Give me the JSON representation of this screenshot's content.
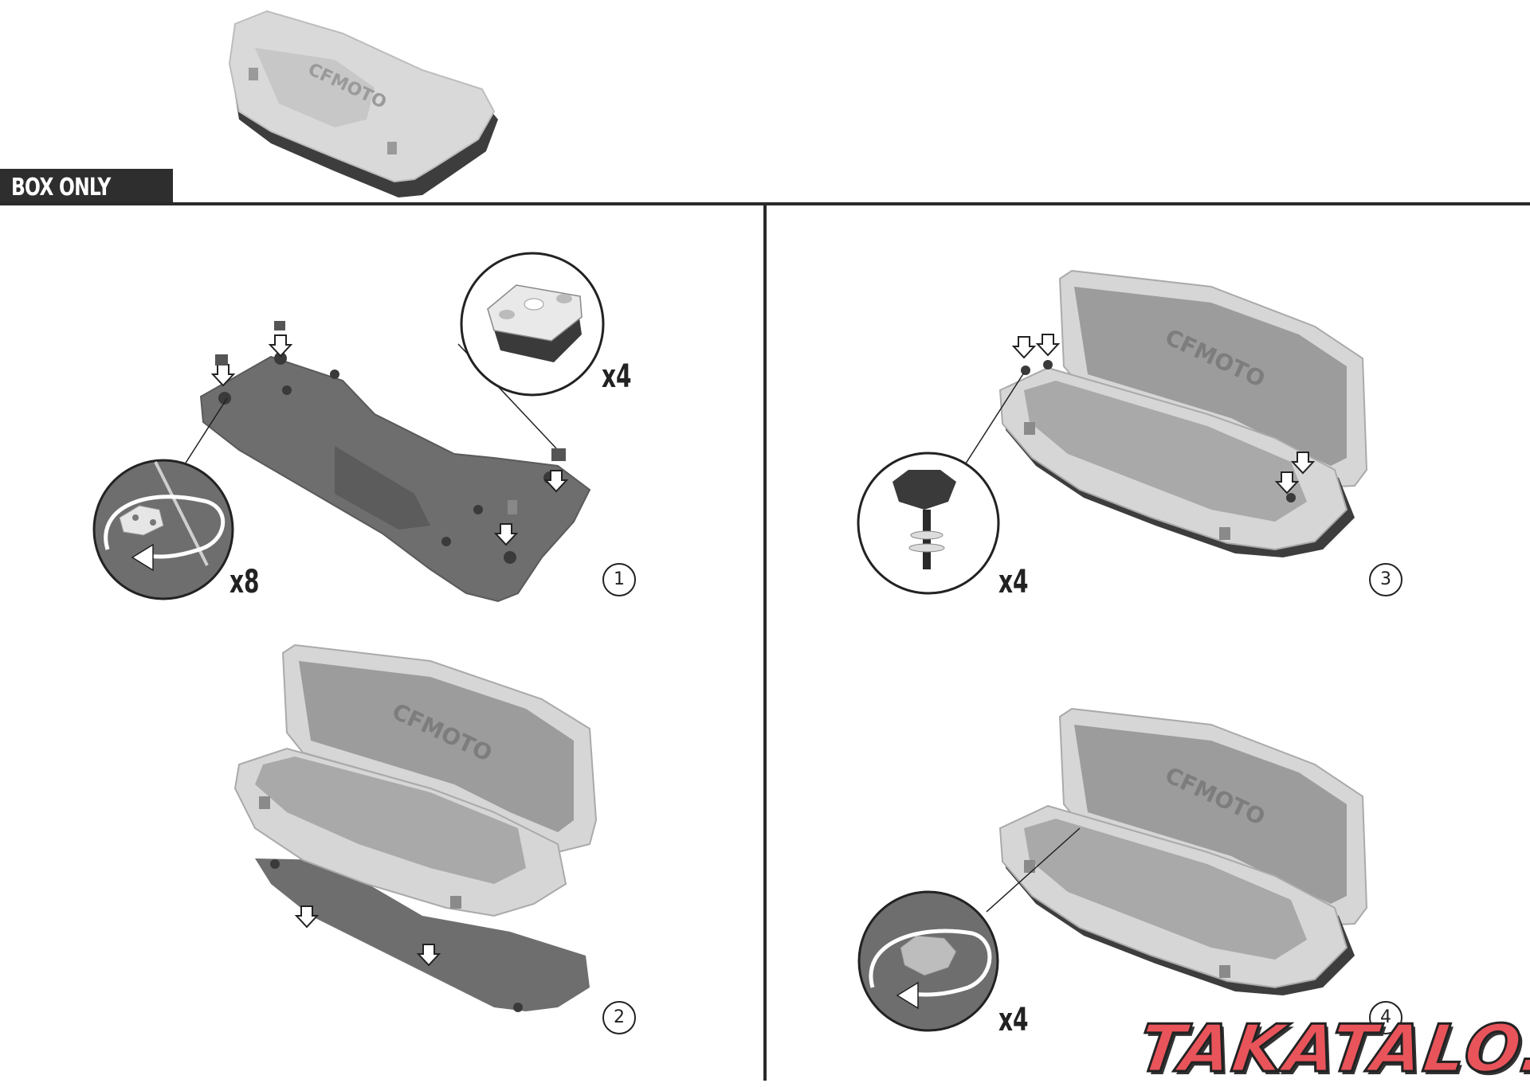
{
  "section_label": "BOX ONLY",
  "steps": [
    {
      "number": "1",
      "callouts": [
        "x4",
        "x8"
      ]
    },
    {
      "number": "2",
      "callouts": []
    },
    {
      "number": "3",
      "callouts": [
        "x4"
      ]
    },
    {
      "number": "4",
      "callouts": [
        "x4"
      ]
    }
  ],
  "box_brand": "CFMOTO",
  "watermark": "TAKATALO.FI",
  "colors": {
    "plate": "#6e6e6e",
    "box": "#d6d6d6",
    "box_inner": "#a9a9a9",
    "line": "#2a2a2a",
    "watermark": "#e8545a"
  }
}
